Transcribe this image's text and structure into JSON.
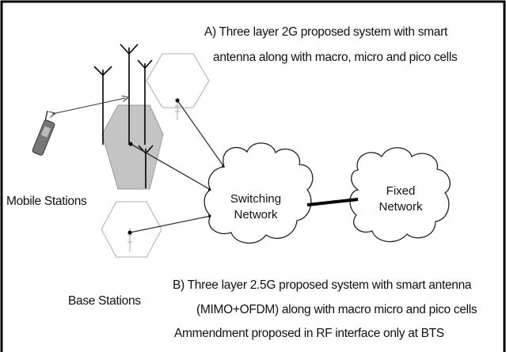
{
  "captions": {
    "a_line1": "A) Three layer 2G proposed system with smart",
    "a_line2": "antenna along with macro, micro and pico cells",
    "b_line1": "B) Three layer 2.5G proposed system with smart antenna",
    "b_line2": "(MIMO+OFDM) along with macro micro and pico cells",
    "b_line3": "Ammendment proposed in RF interface only at BTS"
  },
  "labels": {
    "mobile_stations": "Mobile Stations",
    "base_stations": "Base Stations",
    "switching_line1": "Switching",
    "switching_line2": "Network",
    "fixed_line1": "Fixed",
    "fixed_line2": "Network"
  },
  "colors": {
    "frame": "#000000",
    "macro_cell_fill": "#c4c4c4",
    "pico_cell_stroke": "#bdbdbd",
    "link": "#333333",
    "backbone": "#000000"
  }
}
